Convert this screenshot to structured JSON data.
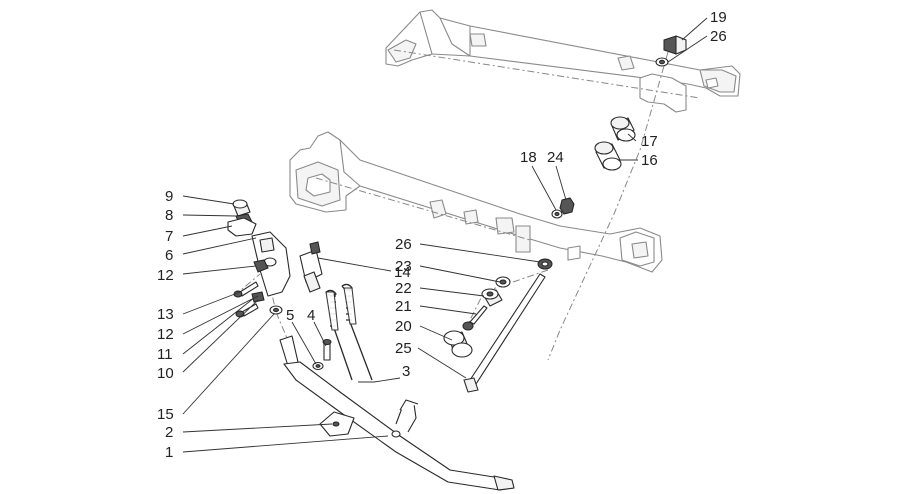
{
  "callouts": [
    {
      "id": "c1",
      "label": "1"
    },
    {
      "id": "c2",
      "label": "2"
    },
    {
      "id": "c3",
      "label": "3"
    },
    {
      "id": "c4",
      "label": "4"
    },
    {
      "id": "c5",
      "label": "5"
    },
    {
      "id": "c6",
      "label": "6"
    },
    {
      "id": "c7",
      "label": "7"
    },
    {
      "id": "c8",
      "label": "8"
    },
    {
      "id": "c9",
      "label": "9"
    },
    {
      "id": "c10",
      "label": "10"
    },
    {
      "id": "c11",
      "label": "11"
    },
    {
      "id": "c12a",
      "label": "12"
    },
    {
      "id": "c12b",
      "label": "12"
    },
    {
      "id": "c13",
      "label": "13"
    },
    {
      "id": "c14",
      "label": "14"
    },
    {
      "id": "c15",
      "label": "15"
    },
    {
      "id": "c16",
      "label": "16"
    },
    {
      "id": "c17",
      "label": "17"
    },
    {
      "id": "c18",
      "label": "18"
    },
    {
      "id": "c19",
      "label": "19"
    },
    {
      "id": "c20",
      "label": "20"
    },
    {
      "id": "c21",
      "label": "21"
    },
    {
      "id": "c22",
      "label": "22"
    },
    {
      "id": "c23",
      "label": "23"
    },
    {
      "id": "c24",
      "label": "24"
    },
    {
      "id": "c25",
      "label": "25"
    },
    {
      "id": "c26a",
      "label": "26"
    },
    {
      "id": "c26b",
      "label": "26"
    }
  ]
}
